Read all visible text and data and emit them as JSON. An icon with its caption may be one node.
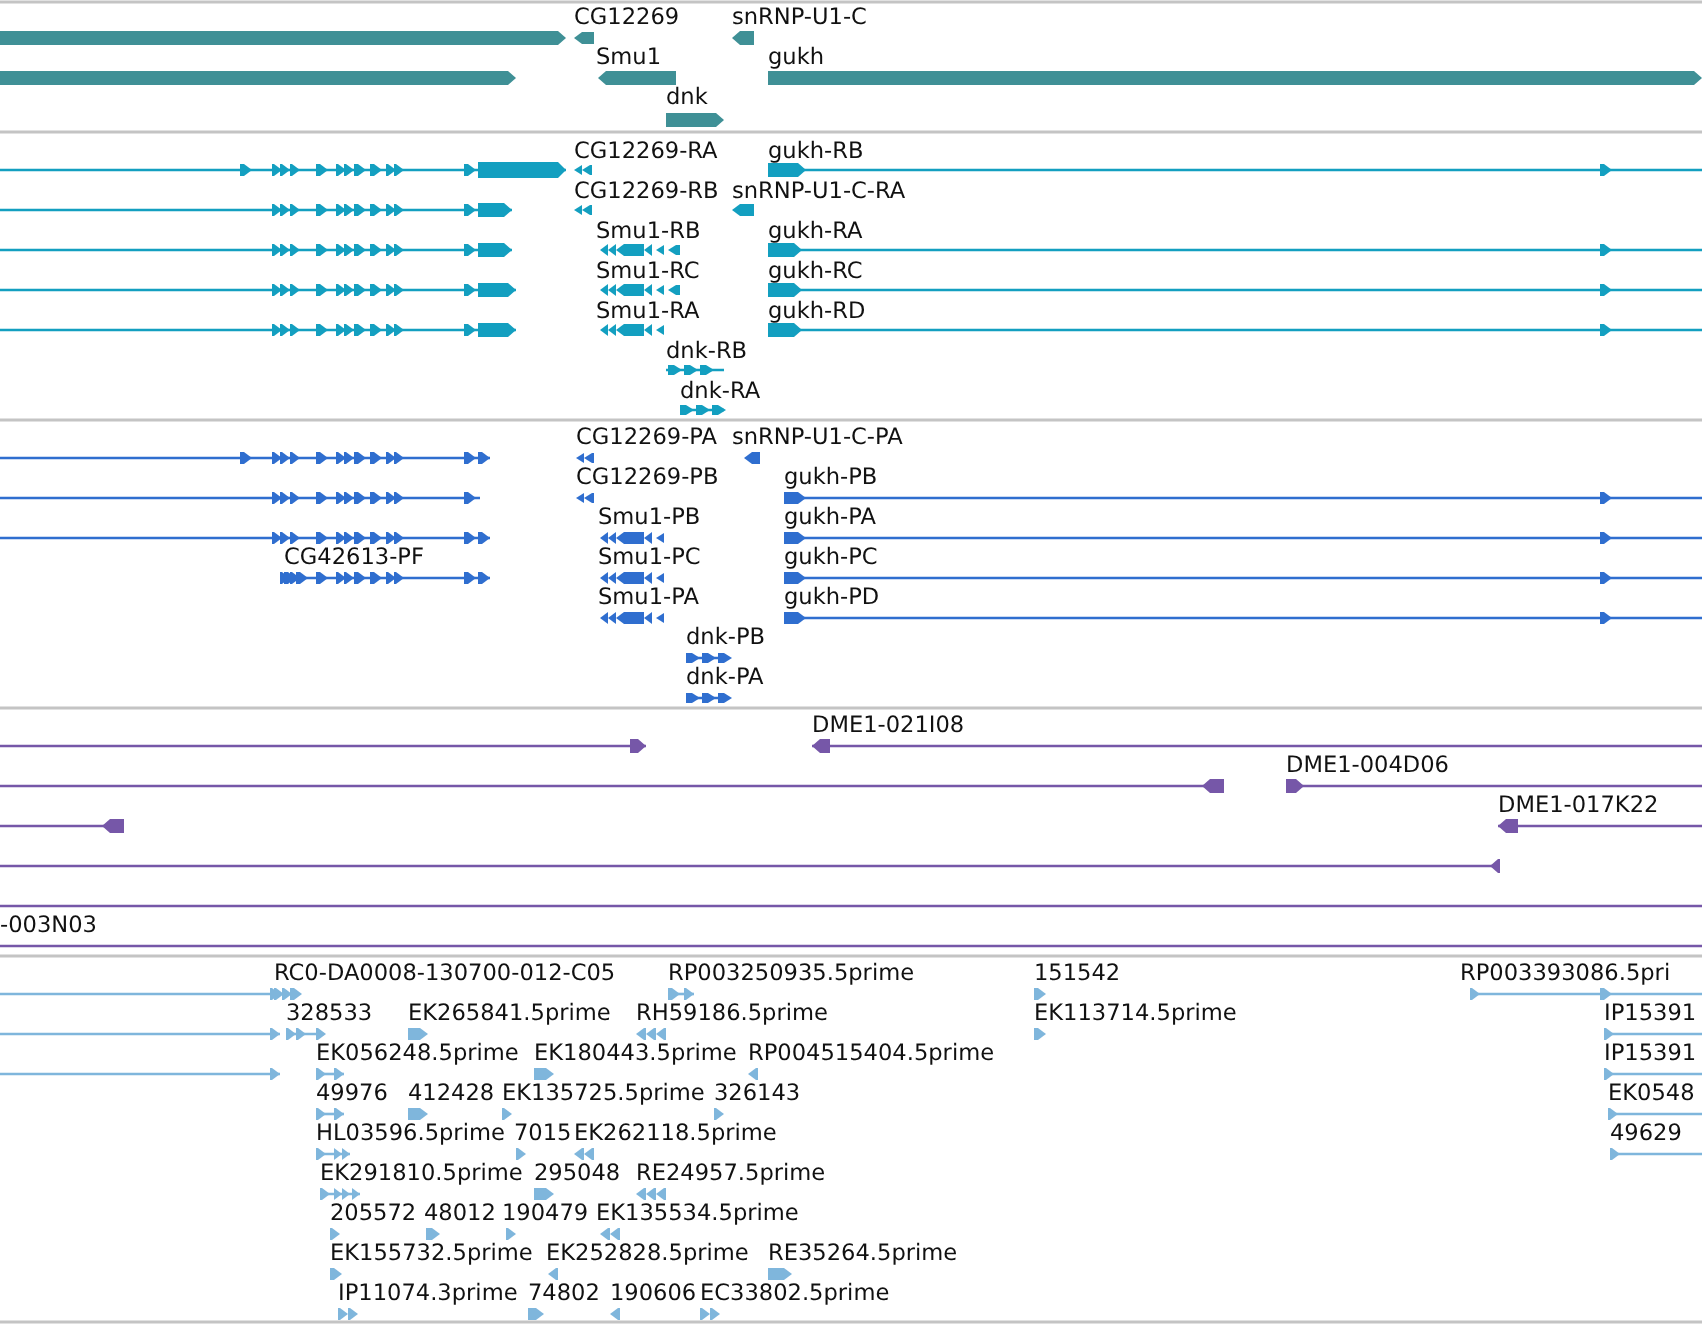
{
  "diagram": {
    "labels": [
      "CG12269",
      "snRNP-U1-C",
      "Smu1",
      "gukh",
      "dnk",
      "CG12269-RA",
      "gukh-RB",
      "CG12269-RB",
      "snRNP-U1-C-RA",
      "Smu1-RB",
      "gukh-RA",
      "Smu1-RC",
      "gukh-RC",
      "Smu1-RA",
      "gukh-RD",
      "dnk-RB",
      "dnk-RA",
      "CG12269-PA",
      "snRNP-U1-C-PA",
      "CG12269-PB",
      "gukh-PB",
      "Smu1-PB",
      "gukh-PA",
      "CG42613-PF",
      "Smu1-PC",
      "gukh-PC",
      "Smu1-PA",
      "gukh-PD",
      "dnk-PB",
      "dnk-PA",
      "DME1-021I08",
      "DME1-004D06",
      "DME1-017K22",
      "-003N03",
      "RC0-DA0008-130700-012-C05",
      "RP003250935.5prime",
      "151542",
      "RP003393086.5pri",
      "328533",
      "EK265841.5prime",
      "RH59186.5prime",
      "EK113714.5prime",
      "IP15391",
      "EK056248.5prime",
      "EK180443.5prime",
      "RP004515404.5prime",
      "IP15391",
      "49976",
      "412428",
      "EK135725.5prime",
      "326143",
      "EK0548",
      "HL03596.5prime",
      "7015",
      "EK262118.5prime",
      "49629",
      "EK291810.5prime",
      "295048",
      "RE24957.5prime",
      "205572",
      "48012",
      "190479",
      "EK135534.5prime",
      "EK155732.5prime",
      "EK252828.5prime",
      "RE35264.5prime",
      "IP11074.3prime",
      "74802",
      "190606",
      "EC33802.5prime"
    ]
  }
}
